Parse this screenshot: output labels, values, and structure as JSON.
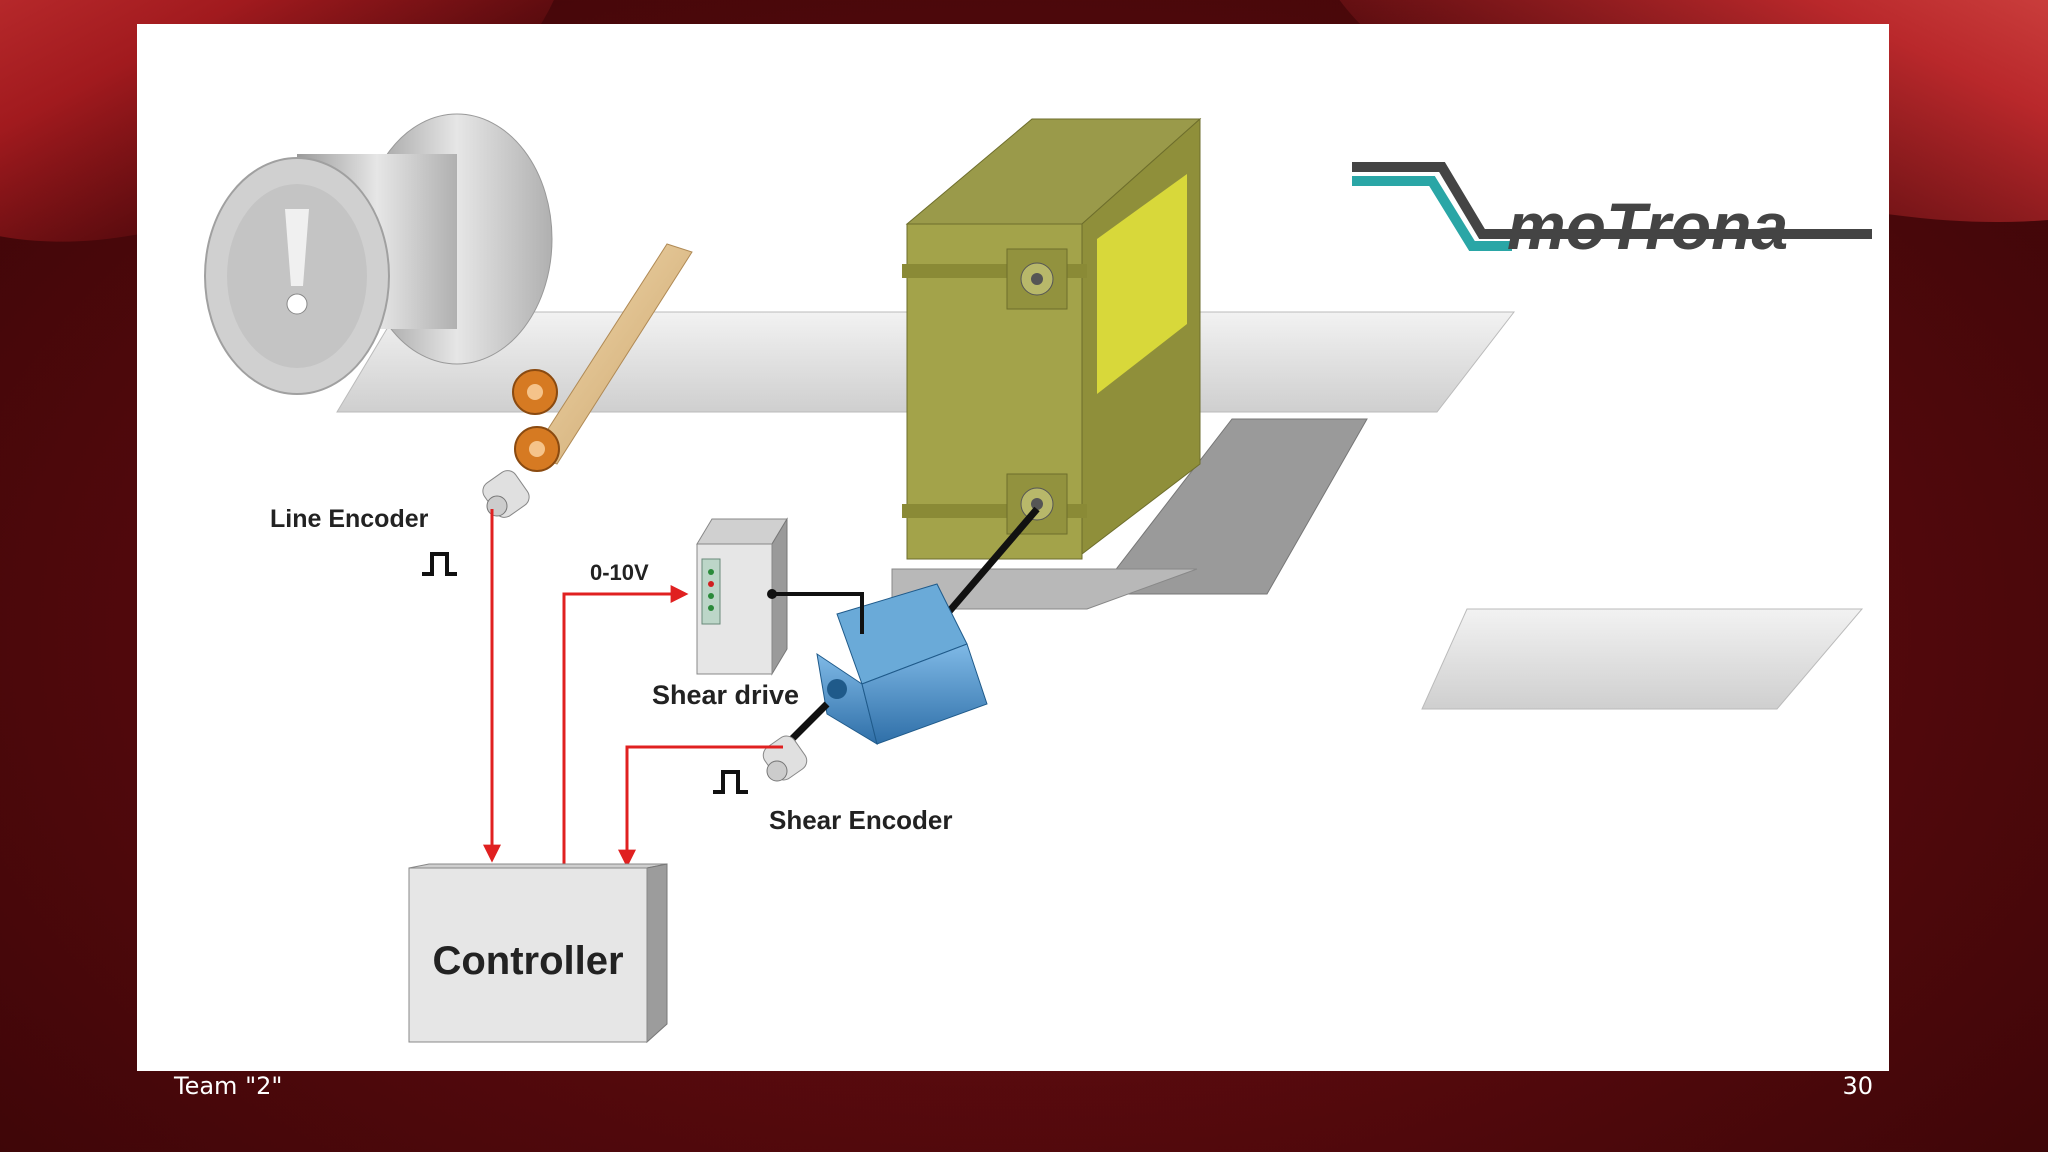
{
  "slide": {
    "footer_left": "Team \"2\"",
    "page_number": "30"
  },
  "diagram": {
    "logo_text": "moTrona",
    "labels": {
      "line_encoder": "Line Encoder",
      "voltage": "0-10V",
      "shear_drive": "Shear drive",
      "shear_encoder": "Shear Encoder",
      "controller": "Controller"
    },
    "colors": {
      "signal_line": "#e02020",
      "shear_body": "#8f8f3a",
      "shear_window": "#d8d83a",
      "motor": "#4a8ec4",
      "logo": "#2aa6a6",
      "logo_bar": "#444444"
    }
  }
}
